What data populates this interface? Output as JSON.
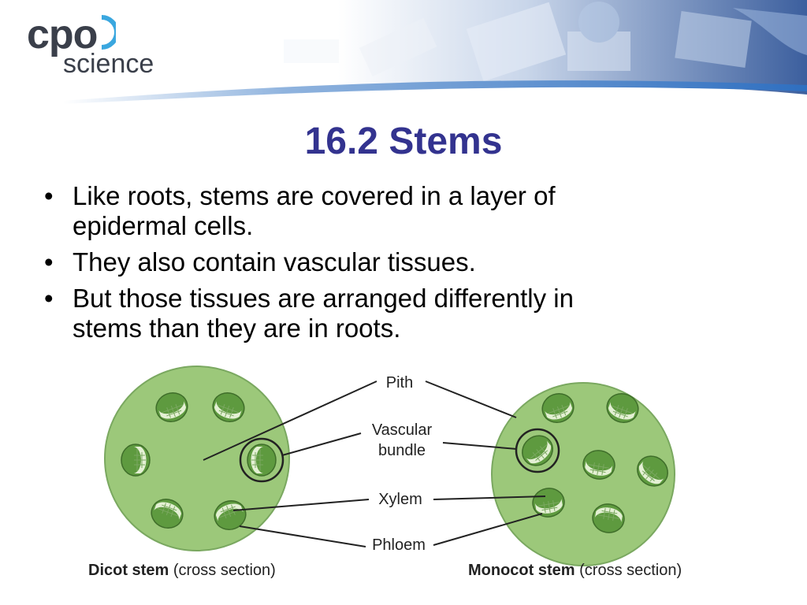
{
  "logo": {
    "line1": "cpo",
    "line2": "science"
  },
  "title": "16.2 Stems",
  "bullets": [
    {
      "line1": "Like roots, stems are covered in a layer of",
      "line2": "epidermal cells."
    },
    {
      "line1": "They also contain vascular tissues.",
      "line2": ""
    },
    {
      "line1": "But those tissues are arranged differently in",
      "line2": "stems than they are in roots."
    }
  ],
  "figure": {
    "labels": {
      "pith": "Pith",
      "vascular_1": "Vascular",
      "vascular_2": "bundle",
      "xylem": "Xylem",
      "phloem": "Phloem"
    },
    "dicot_caption_bold": "Dicot stem",
    "dicot_caption_rest": "(cross section)",
    "monocot_caption_bold": "Monocot stem",
    "monocot_caption_rest": "(cross section)",
    "colors": {
      "stem_fill": "#9cc87a",
      "bundle_fill": "#5e9a3f",
      "xylem_fill": "#e4f0d4",
      "outline": "#222222",
      "title": "#33338f"
    }
  }
}
